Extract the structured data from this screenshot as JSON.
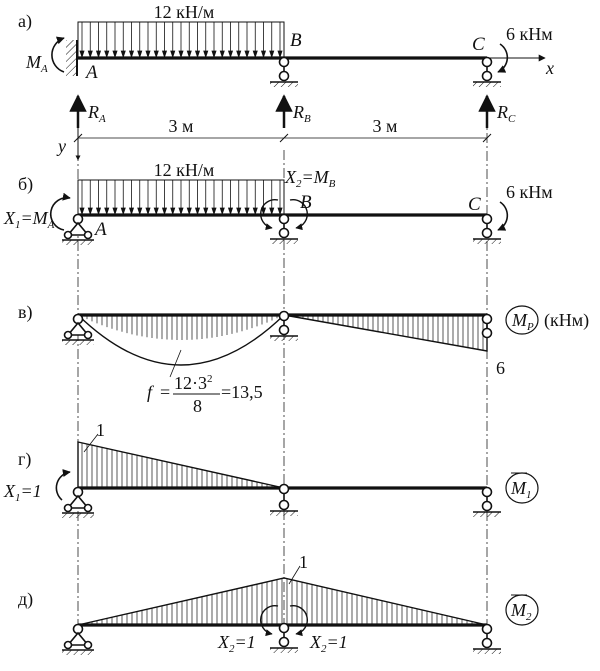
{
  "panels": {
    "a": {
      "marker": "а)",
      "load": "12 кН/м",
      "moment": "6 кНм",
      "node_a": "A",
      "node_b": "B",
      "node_c": "C",
      "axis_x": "x",
      "axis_y": "y",
      "ma_main": "M",
      "ma_sub": "A",
      "ra_main": "R",
      "ra_sub": "A",
      "rb_main": "R",
      "rb_sub": "B",
      "rc_main": "R",
      "rc_sub": "C",
      "span1": "3 м",
      "span2": "3 м"
    },
    "b": {
      "marker": "б)",
      "load": "12 кН/м",
      "moment": "6 кНм",
      "node_a": "A",
      "node_b": "B",
      "node_c": "C",
      "x1_main": "X",
      "x1_sub": "1",
      "x1_eq": "=M",
      "x1_eq_sub": "A",
      "x2_main": "X",
      "x2_sub": "2",
      "x2_eq": "=M",
      "x2_eq_sub": "B"
    },
    "c": {
      "marker": "в)",
      "diagram_main": "M",
      "diagram_sub": "P",
      "unit": "(кНм)",
      "end_value": "6",
      "f_label": "f",
      "f_num": "12·3",
      "f_sup": "2",
      "f_den": "8",
      "f_result": "=13,5",
      "f_eq": "="
    },
    "d": {
      "marker": "г)",
      "peak_value": "1",
      "x1_main": "X",
      "x1_sub": "1",
      "x1_eq": "=1",
      "diagram_main": "M",
      "diagram_sub": "1"
    },
    "e": {
      "marker": "д)",
      "peak_value": "1",
      "left_main": "X",
      "left_sub": "2",
      "left_eq": "=1",
      "right_main": "X",
      "right_sub": "2",
      "right_eq": "=1",
      "diagram_main": "M",
      "diagram_sub": "2"
    }
  }
}
